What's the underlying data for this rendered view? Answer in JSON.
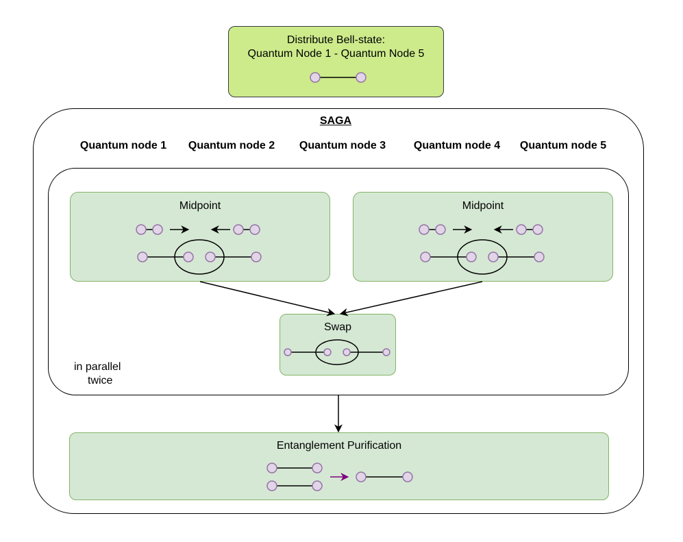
{
  "goal": {
    "line1": "Distribute Bell-state:",
    "line2": "Quantum Node 1 - Quantum Node 5"
  },
  "saga": {
    "title": "SAGA",
    "nodes": [
      "Quantum node 1",
      "Quantum node 2",
      "Quantum node 3",
      "Quantum node 4",
      "Quantum node 5"
    ]
  },
  "midpoint_left": {
    "label": "Midpoint"
  },
  "midpoint_right": {
    "label": "Midpoint"
  },
  "swap": {
    "label": "Swap"
  },
  "parallel_note": {
    "line1": "in parallel",
    "line2": "twice"
  },
  "purification": {
    "label": "Entanglement Purification"
  },
  "colors": {
    "goal_fill": "#cdeb8b",
    "step_fill": "#d5e8d4",
    "step_border": "#82b366",
    "qubit_fill": "#e1d5e7",
    "qubit_border": "#9673a6",
    "purify_arrow": "#800080"
  }
}
